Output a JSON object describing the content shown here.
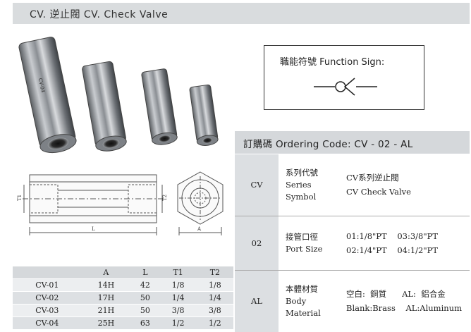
{
  "header": {
    "title": "CV. 逆止閥   CV. Check Valve"
  },
  "function_sign": {
    "label": "職能符號   Function Sign:",
    "icon": "check-valve-symbol"
  },
  "drawing": {
    "dim_T1": "T1",
    "dim_T2": "T2",
    "dim_L": "L",
    "dim_A": "A"
  },
  "ordering": {
    "title": "訂購碼 Ordering Code: CV - 02 - AL",
    "rows": [
      {
        "code": "CV",
        "name_cn": "系列代號",
        "name_en1": "Series",
        "name_en2": "Symbol",
        "desc1": "CV系列逆止閥",
        "desc2": "CV  Check Valve"
      },
      {
        "code": "02",
        "name_cn": "接管口徑",
        "name_en1": "Port Size",
        "name_en2": "",
        "desc1": "01:1/8\"PT    03:3/8\"PT",
        "desc2": "02:1/4\"PT    04:1/2\"PT"
      },
      {
        "code": "AL",
        "name_cn": "本體材質",
        "name_en1": "Body",
        "name_en2": "Material",
        "desc1": "空白:  銅質      AL:  鋁合金",
        "desc2": "Blank:Brass    AL:Aluminum"
      }
    ]
  },
  "dimensions": {
    "headers": [
      "",
      "A",
      "L",
      "T1",
      "T2"
    ],
    "rows": [
      [
        "CV-01",
        "14H",
        "42",
        "1/8",
        "1/8"
      ],
      [
        "CV-02",
        "17H",
        "50",
        "1/4",
        "1/4"
      ],
      [
        "CV-03",
        "21H",
        "50",
        "3/8",
        "3/8"
      ],
      [
        "CV-04",
        "25H",
        "63",
        "1/2",
        "1/2"
      ]
    ]
  }
}
